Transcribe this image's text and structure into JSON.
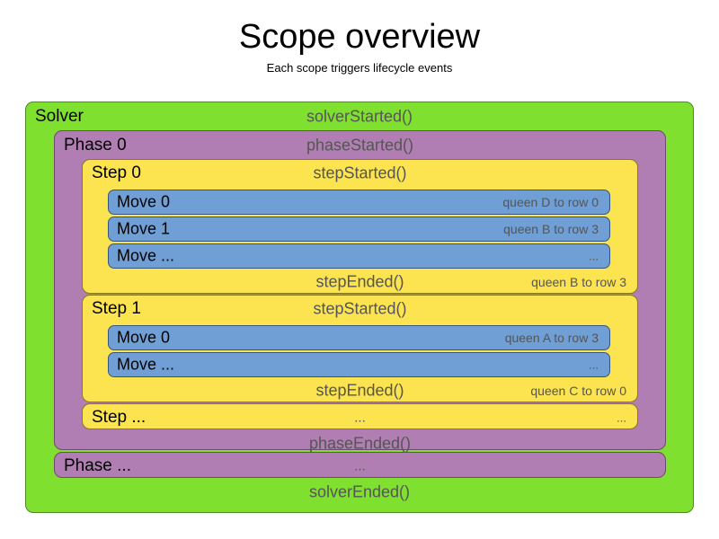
{
  "header": {
    "title": "Scope overview",
    "subtitle": "Each scope triggers lifecycle events"
  },
  "colors": {
    "solver": "#7FE030",
    "phase": "#B07EB2",
    "step": "#FBE450",
    "move": "#709FD5",
    "event_text": "#555555",
    "label_text": "#000000",
    "background": "#FFFFFF"
  },
  "diagram": {
    "type": "nested-scope-hierarchy",
    "solver": {
      "label": "Solver",
      "started_event": "solverStarted()",
      "ended_event": "solverEnded()",
      "phases": [
        {
          "label": "Phase 0",
          "started_event": "phaseStarted()",
          "ended_event": "phaseEnded()",
          "steps": [
            {
              "label": "Step 0",
              "started_event": "stepStarted()",
              "ended_event": "stepEnded()",
              "ended_note": "queen B to row 3",
              "moves": [
                {
                  "label": "Move 0",
                  "note": "queen D to row 0"
                },
                {
                  "label": "Move 1",
                  "note": "queen B to row 3"
                },
                {
                  "label": "Move ...",
                  "note": "..."
                }
              ]
            },
            {
              "label": "Step 1",
              "started_event": "stepStarted()",
              "ended_event": "stepEnded()",
              "ended_note": "queen C to row 0",
              "moves": [
                {
                  "label": "Move 0",
                  "note": "queen A to row 3"
                },
                {
                  "label": "Move ...",
                  "note": "..."
                }
              ]
            },
            {
              "label": "Step ...",
              "started_event": "...",
              "ended_note": "..."
            }
          ]
        },
        {
          "label": "Phase ...",
          "started_event": "..."
        }
      ]
    }
  }
}
